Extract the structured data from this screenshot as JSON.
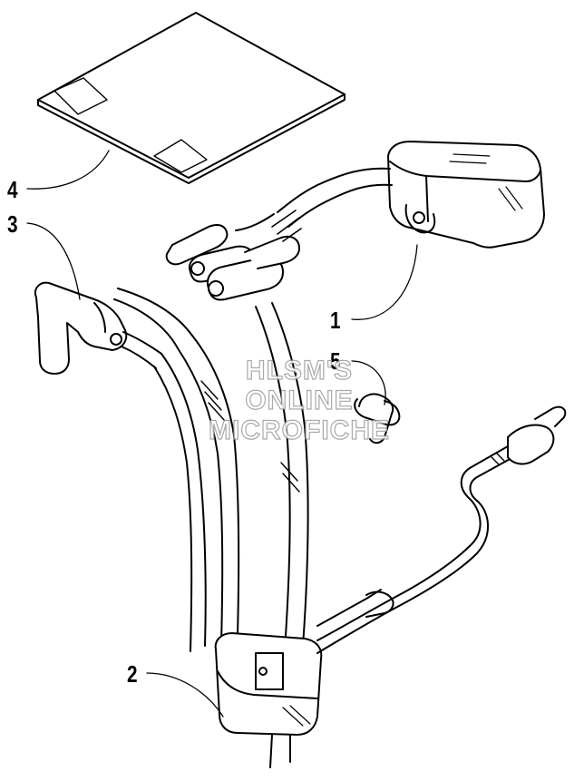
{
  "callouts": {
    "c1": "1",
    "c2": "2",
    "c3": "3",
    "c4": "4",
    "c5": "5"
  },
  "watermark": {
    "line1": "HLSM'S",
    "line2": "ONLINE",
    "line3": "MICROFICHE"
  },
  "colors": {
    "ink": "#000000",
    "paper": "#ffffff",
    "watermark_stroke": "#9a9a9a"
  }
}
